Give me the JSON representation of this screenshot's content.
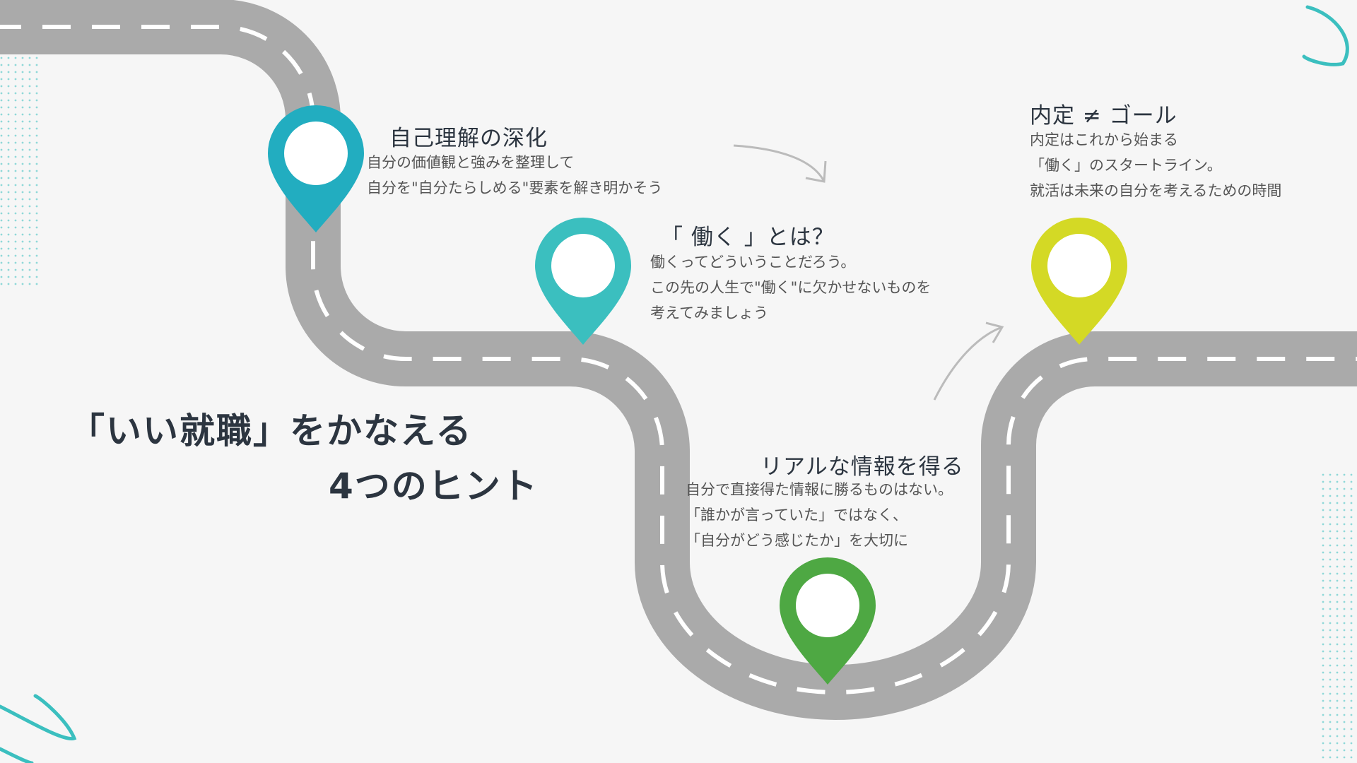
{
  "heading": {
    "line1": "「いい就職」をかなえる",
    "line2": "4つのヒント"
  },
  "hints": [
    {
      "title": "自己理解の深化",
      "lines": [
        "自分の価値観と強みを整理して",
        "自分を\"自分たらしめる\"要素を解き明かそう"
      ],
      "color": "#22adc0"
    },
    {
      "title": "「 働く 」とは？",
      "lines": [
        "働くってどういうことだろう。",
        "この先の人生で\"働く\"に欠かせないものを",
        "考えてみましょう"
      ],
      "color": "#3bbfbf"
    },
    {
      "title": "リアルな情報を得る",
      "lines": [
        "自分で直接得た情報に勝るものはない。",
        "「誰かが言っていた」ではなく、",
        "「自分がどう感じたか」を大切に"
      ],
      "color": "#4ea843"
    },
    {
      "title": "内定 ≠ ゴール",
      "lines": [
        "内定はこれから始まる",
        "「働く」のスタートライン。",
        "就活は未来の自分を考えるための時間"
      ],
      "color": "#d4d925"
    }
  ],
  "colors": {
    "road": "#aaaaaa",
    "accent": "#3bbfbf"
  }
}
